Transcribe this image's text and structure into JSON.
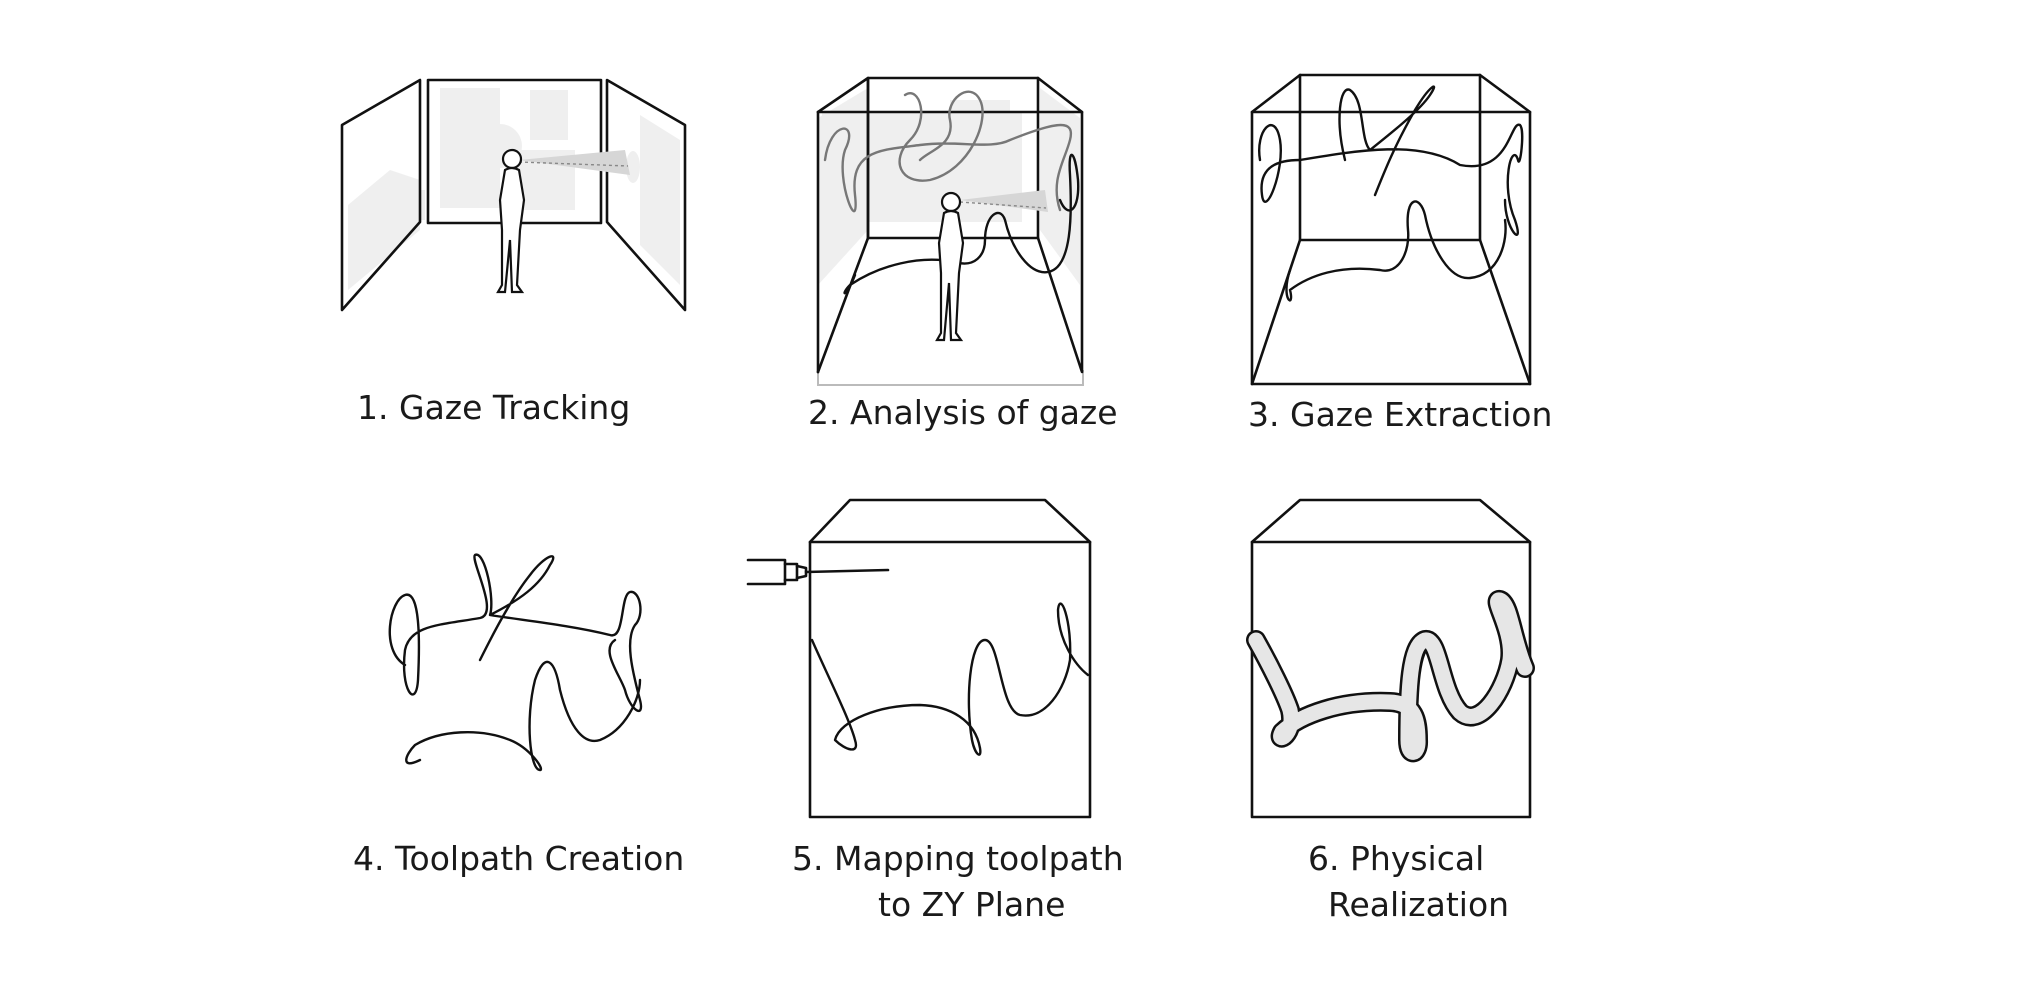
{
  "steps": [
    {
      "number": "1.",
      "title": "Gaze Tracking"
    },
    {
      "number": "2.",
      "title": "Analysis of gaze"
    },
    {
      "number": "3.",
      "title": "Gaze Extraction"
    },
    {
      "number": "4.",
      "title": "Toolpath Creation"
    },
    {
      "number": "5.",
      "title": "Mapping toolpath",
      "title_line2": "to ZY Plane"
    },
    {
      "number": "6.",
      "title": "Physical",
      "title_line2": "Realization"
    }
  ],
  "colors": {
    "stroke": "#111111",
    "pane_fill": "#efefef",
    "grey_path": "#777777",
    "tube_fill": "#e6e6e6"
  },
  "icons": [
    "person-figure-icon",
    "gaze-cone-icon",
    "extruder-nozzle-icon"
  ]
}
